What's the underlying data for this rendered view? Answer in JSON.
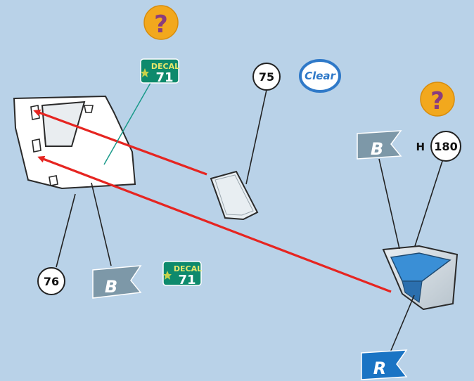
{
  "parts": {
    "panel": {
      "callout": "76",
      "flag": "B"
    },
    "window": {
      "callout": "75",
      "material": "Clear"
    },
    "cup": {
      "callout": "180",
      "prefix": "H",
      "flag_top": "B",
      "flag_bottom": "R"
    }
  },
  "decals": [
    {
      "title": "DECAL",
      "number": "71"
    },
    {
      "title": "DECAL",
      "number": "71"
    }
  ],
  "help": [
    "?",
    "?"
  ],
  "colors": {
    "background": "#b9d2e8",
    "arrow": "#e62521",
    "decal_green": "#0e8a6c",
    "flag_gray": "#7d98a8",
    "flag_blue": "#1a74c4",
    "help_orange": "#f2a81d",
    "clear_blue": "#2f79c8",
    "cup_blue": "#3a8fd6"
  },
  "icons": [
    "help-icon",
    "decal-icon",
    "flag-icon",
    "clear-material-icon",
    "star-icon"
  ]
}
